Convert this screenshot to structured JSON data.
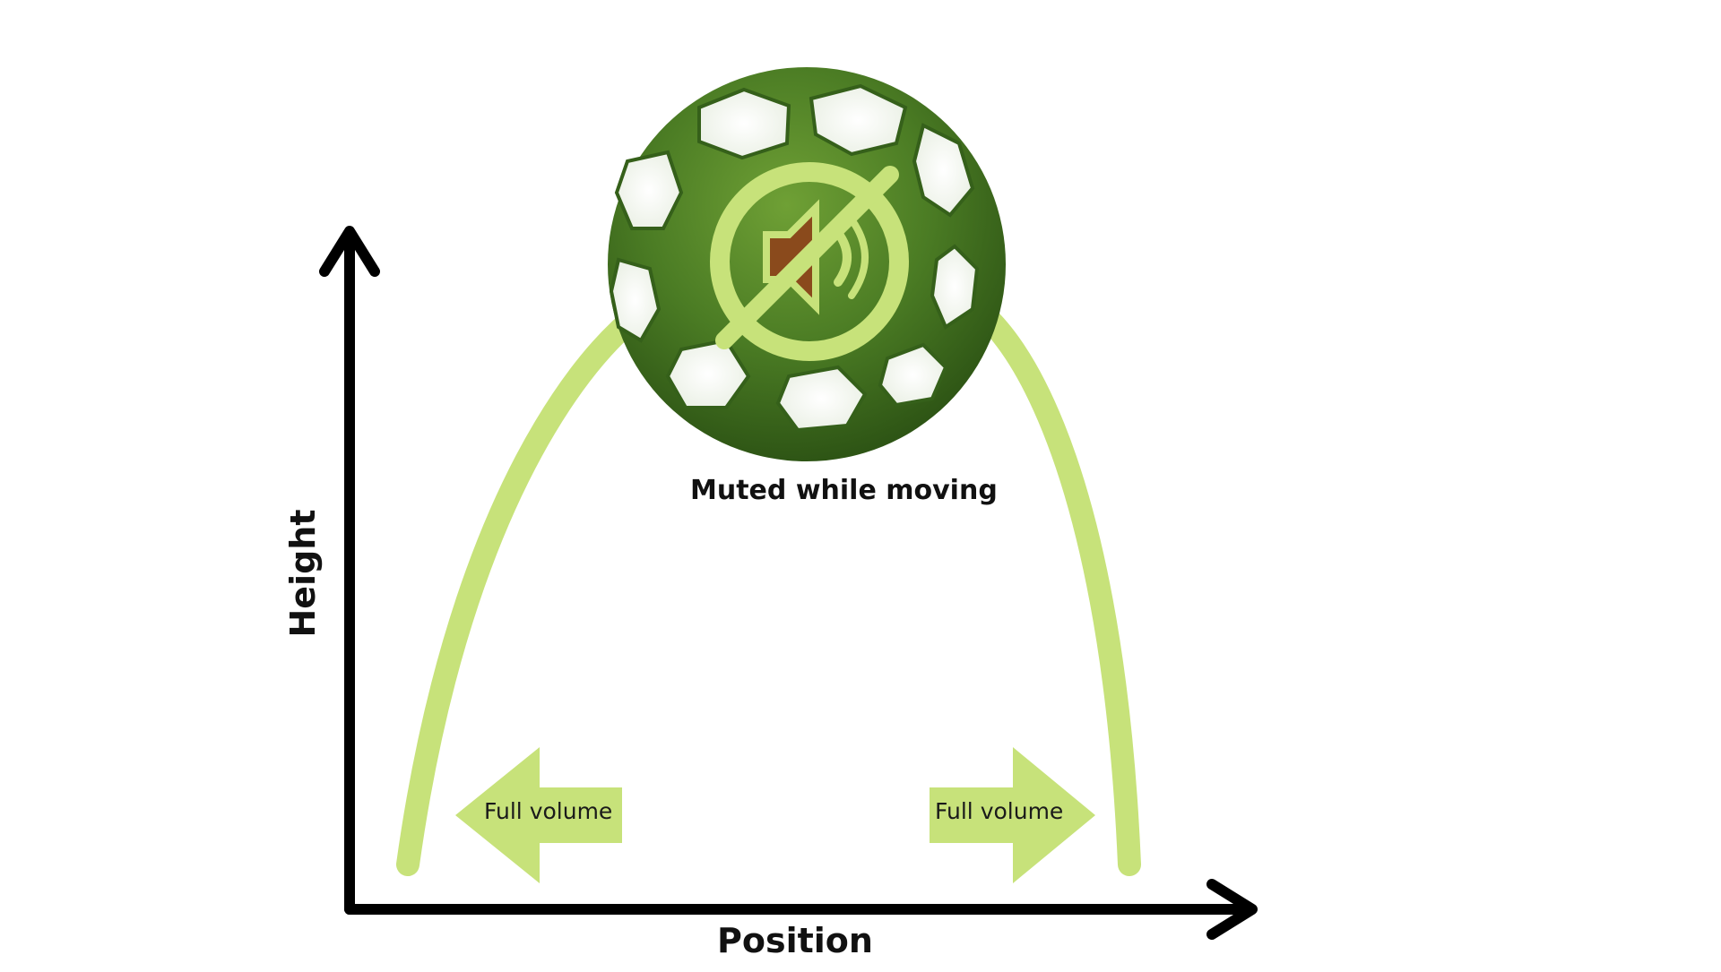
{
  "diagram": {
    "x_axis_label": "Position",
    "y_axis_label": "Height",
    "top_caption": "Muted while moving",
    "left_arrow_label": "Full volume",
    "right_arrow_label": "Full volume",
    "center_icon": "muted-speaker-icon",
    "ball_object": "green-hexagon-mesh-ball",
    "colors": {
      "trajectory": "#c7e27a",
      "arrows": "#c7e27a",
      "axes": "#000000",
      "ball_dark": "#3b6b1f",
      "ball_light": "#5e8f2c",
      "icon": "#c7e27a"
    }
  }
}
